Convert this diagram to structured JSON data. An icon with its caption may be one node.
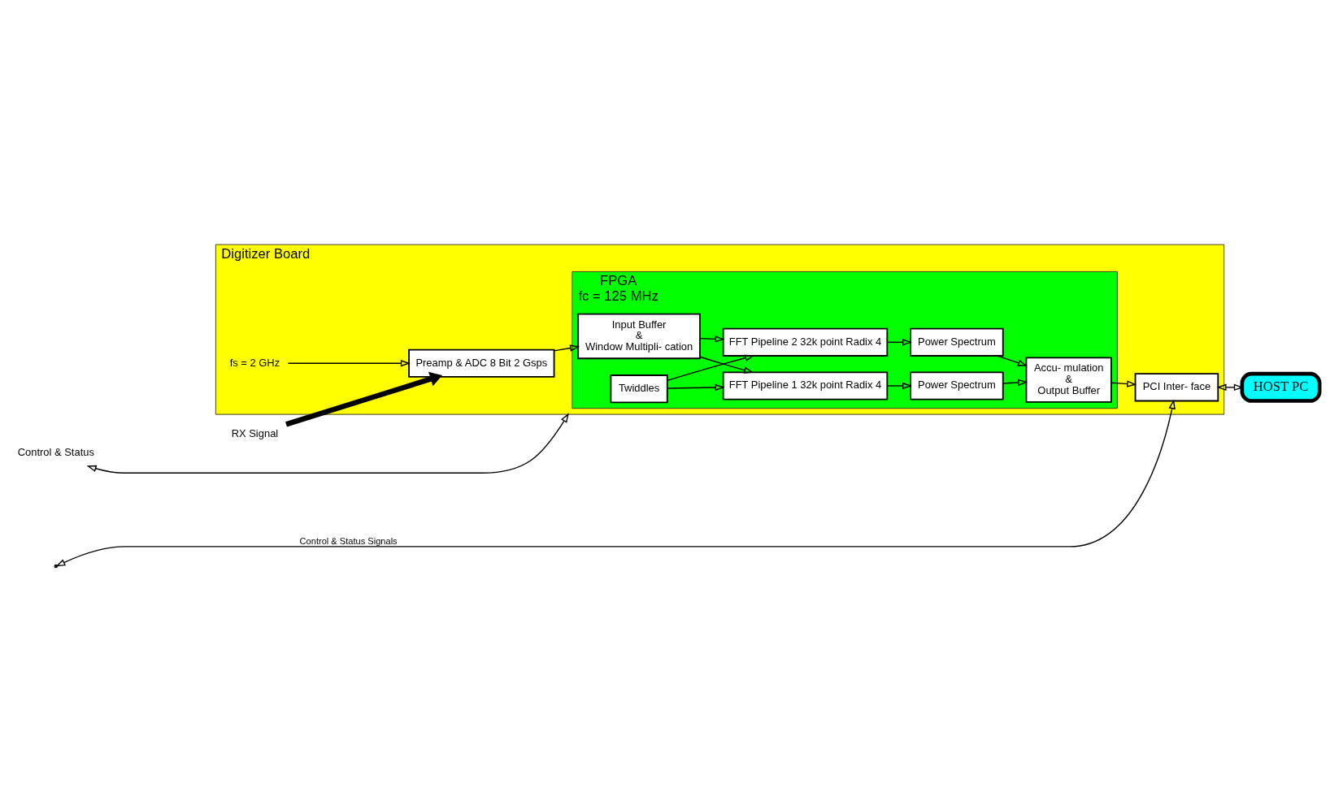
{
  "diagram": {
    "nodes": [
      {
        "text": [
          "Digitizer Board"
        ]
      },
      {
        "text": [
          "FPGA",
          "fc = 125 MHz"
        ],
        "in": 0
      },
      {
        "text": [
          "RX Signal"
        ]
      },
      {
        "text": [
          "Preamp & ADC 8 Bit 2 Gsps"
        ],
        "in": 0
      },
      {
        "text": [
          "fs = 2 GHz"
        ],
        "in": 0
      },
      {
        "text": [
          "Input Buffer",
          "&",
          "Window Multipli- cation"
        ],
        "in": 1
      },
      {
        "text": [
          "FFT Pipeline 1 32k point Radix 4"
        ],
        "in": 1
      },
      {
        "text": [
          "Twiddles"
        ],
        "in": 1
      },
      {
        "text": [
          "FFT Pipeline 2 32k point Radix 4"
        ],
        "in": 1
      },
      {
        "text": [
          "Power Spectrum"
        ],
        "in": 1
      },
      {
        "text": [
          "Power Spectrum"
        ],
        "in": 1
      },
      {
        "text": [
          "Accu- mulation",
          "&",
          "Output Buffer"
        ],
        "in": 1
      },
      {
        "text": [
          "PCI Inter- face"
        ],
        "in": 0
      },
      {
        "text": [
          "HOST PC"
        ]
      },
      {
        "text": [
          "Control & Status"
        ]
      }
    ],
    "edges": [
      {
        "from": 2,
        "to": 3,
        "arrow": "to",
        "style": "thick"
      },
      {
        "from": 4,
        "to": 3,
        "arrow": "to"
      },
      {
        "from": 3,
        "to": 5,
        "arrow": "to"
      },
      {
        "from": 5,
        "to": 6,
        "arrow": "to"
      },
      {
        "from": 5,
        "to": 8,
        "arrow": "to"
      },
      {
        "from": 7,
        "to": 6,
        "arrow": "to"
      },
      {
        "from": 7,
        "to": 8,
        "arrow": "to"
      },
      {
        "from": 6,
        "to": 9,
        "arrow": "to"
      },
      {
        "from": 8,
        "to": 10,
        "arrow": "to"
      },
      {
        "from": 9,
        "to": 11,
        "arrow": "to"
      },
      {
        "from": 10,
        "to": 11,
        "arrow": "to"
      },
      {
        "from": 11,
        "to": 12,
        "arrow": "to"
      },
      {
        "from": 12,
        "to": 13,
        "arrow": "both"
      },
      {
        "from": 14,
        "to": 0,
        "arrow": "both"
      },
      {
        "from": null,
        "to": 12,
        "arrow": "both",
        "label": "Control & Status Signals"
      }
    ]
  }
}
